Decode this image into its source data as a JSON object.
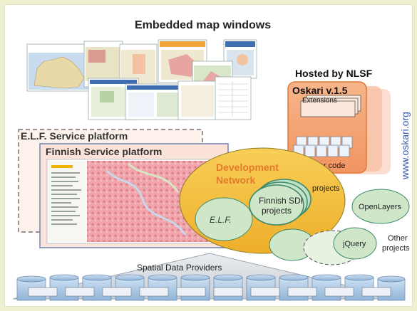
{
  "embedded_map_windows": {
    "title": "Embedded map windows"
  },
  "hosted": {
    "title": "Hosted by NLSF",
    "side_url": "www.oskari.org"
  },
  "oskari": {
    "version_label": "Oskari v.1.5",
    "extensions_label": "Extensions",
    "master_code_label": "Master code"
  },
  "platforms": {
    "elf_label": "E.L.F. Service platform",
    "finnish_label": "Finnish Service platform"
  },
  "network": {
    "dev_line1": "Development",
    "dev_line2": "Network",
    "projects_label": "projects",
    "elf_label": "E.L.F.",
    "fin_sdi_line1": "Finnish SDI",
    "fin_sdi_line2": "projects",
    "openlayers_label": "OpenLayers",
    "jquery_label": "jQuery",
    "other_line1": "Other",
    "other_line2": "projects"
  },
  "providers": {
    "title": "Spatial Data Providers"
  },
  "colors": {
    "oskari_orange": "#f4a070",
    "oskari_border": "#e07838",
    "network_yellow": "#f3bd3a",
    "green_ellipse": "#cfe7c8",
    "green_border": "#3e8a6c",
    "platform_fill": "#fbe9e1",
    "platform_border": "#7b8bb8",
    "url_blue": "#3a5ca8",
    "cylinder_blue": "#a8c7e6"
  }
}
